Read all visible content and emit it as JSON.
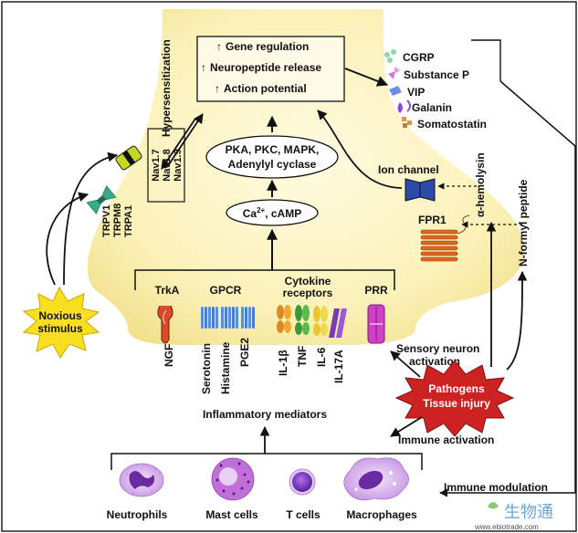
{
  "neuron_box": {
    "gene": "Gene regulation",
    "neuropeptide": "Neuropeptide release",
    "action": "Action potential"
  },
  "signaling": {
    "kinases_line1": "PKA, PKC, MAPK,",
    "kinases_line2": "Adenylyl cyclase",
    "ca_prefix": "Ca",
    "ca_sup": "2+",
    "ca_suffix": ", cAMP"
  },
  "hypersensitization": "Hypersensitization",
  "nav_channels": [
    "Nav1.7",
    "Nav1.8",
    "Nav1.9"
  ],
  "trp_channels": [
    "TRPV1",
    "TRPM8",
    "TRPA1"
  ],
  "noxious_stimulus": [
    "Noxious",
    "stimulus"
  ],
  "neuropeptides": [
    {
      "label": "CGRP",
      "color": "#8fd7a8"
    },
    {
      "label": "Substance P",
      "color": "#d07ad8"
    },
    {
      "label": "VIP",
      "color": "#6c8ee8"
    },
    {
      "label": "Galanin",
      "color": "#8a4fd0"
    },
    {
      "label": "Somatostatin",
      "color": "#d49a4a"
    }
  ],
  "ion_channel": "Ion channel",
  "fpr1": "FPR1",
  "alpha_hemolysin": "α-hemolysin",
  "n_formyl_peptide": "N-formyl peptide",
  "receptors": {
    "trka": "TrkA",
    "gpcr": "GPCR",
    "cytokine_line1": "Cytokine",
    "cytokine_line2": "receptors",
    "prr": "PRR"
  },
  "ligands": [
    "NGF",
    "Serotonin",
    "Histamine",
    "PGE2",
    "IL-1β",
    "TNF",
    "IL-6",
    "IL-17A"
  ],
  "sensory_activation": [
    "Sensory neuron",
    "activation"
  ],
  "pathogens": [
    "Pathogens",
    "Tissue injury"
  ],
  "inflammatory_mediators": "Inflammatory mediators",
  "immune_activation": "Immune activation",
  "immune_modulation": "Immune modulation",
  "cells": [
    "Neutrophils",
    "Mast cells",
    "T cells",
    "Macrophages"
  ],
  "watermark": "生物通",
  "watermark_url": "www.ebiotrade.com",
  "colors": {
    "neuron_fill": "#fbf4c6",
    "trka": "#d94a2a",
    "gpcr": "#5a8ed8",
    "ion_channel": "#2c4aa8",
    "fpr1": "#e0661e",
    "prr": "#d040c8",
    "burst": "#f8e020",
    "pathogen_burst": "#cc2222",
    "cell_purple": "#8a4cc8"
  }
}
